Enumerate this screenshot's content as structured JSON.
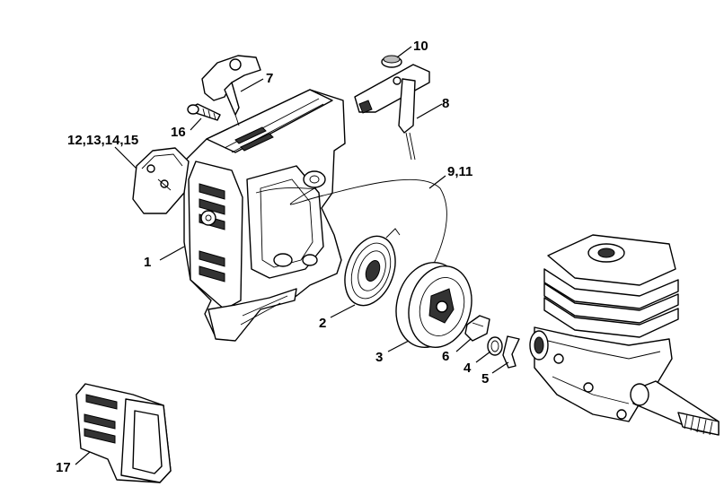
{
  "callouts": [
    {
      "id": "1",
      "text": "1"
    },
    {
      "id": "2",
      "text": "2"
    },
    {
      "id": "3",
      "text": "3"
    },
    {
      "id": "4",
      "text": "4"
    },
    {
      "id": "5",
      "text": "5"
    },
    {
      "id": "6",
      "text": "6"
    },
    {
      "id": "7",
      "text": "7"
    },
    {
      "id": "8",
      "text": "8"
    },
    {
      "id": "9_11",
      "text": "9,11"
    },
    {
      "id": "10",
      "text": "10"
    },
    {
      "id": "12_15",
      "text": "12,13,14,15"
    },
    {
      "id": "16",
      "text": "16"
    },
    {
      "id": "17",
      "text": "17"
    }
  ]
}
